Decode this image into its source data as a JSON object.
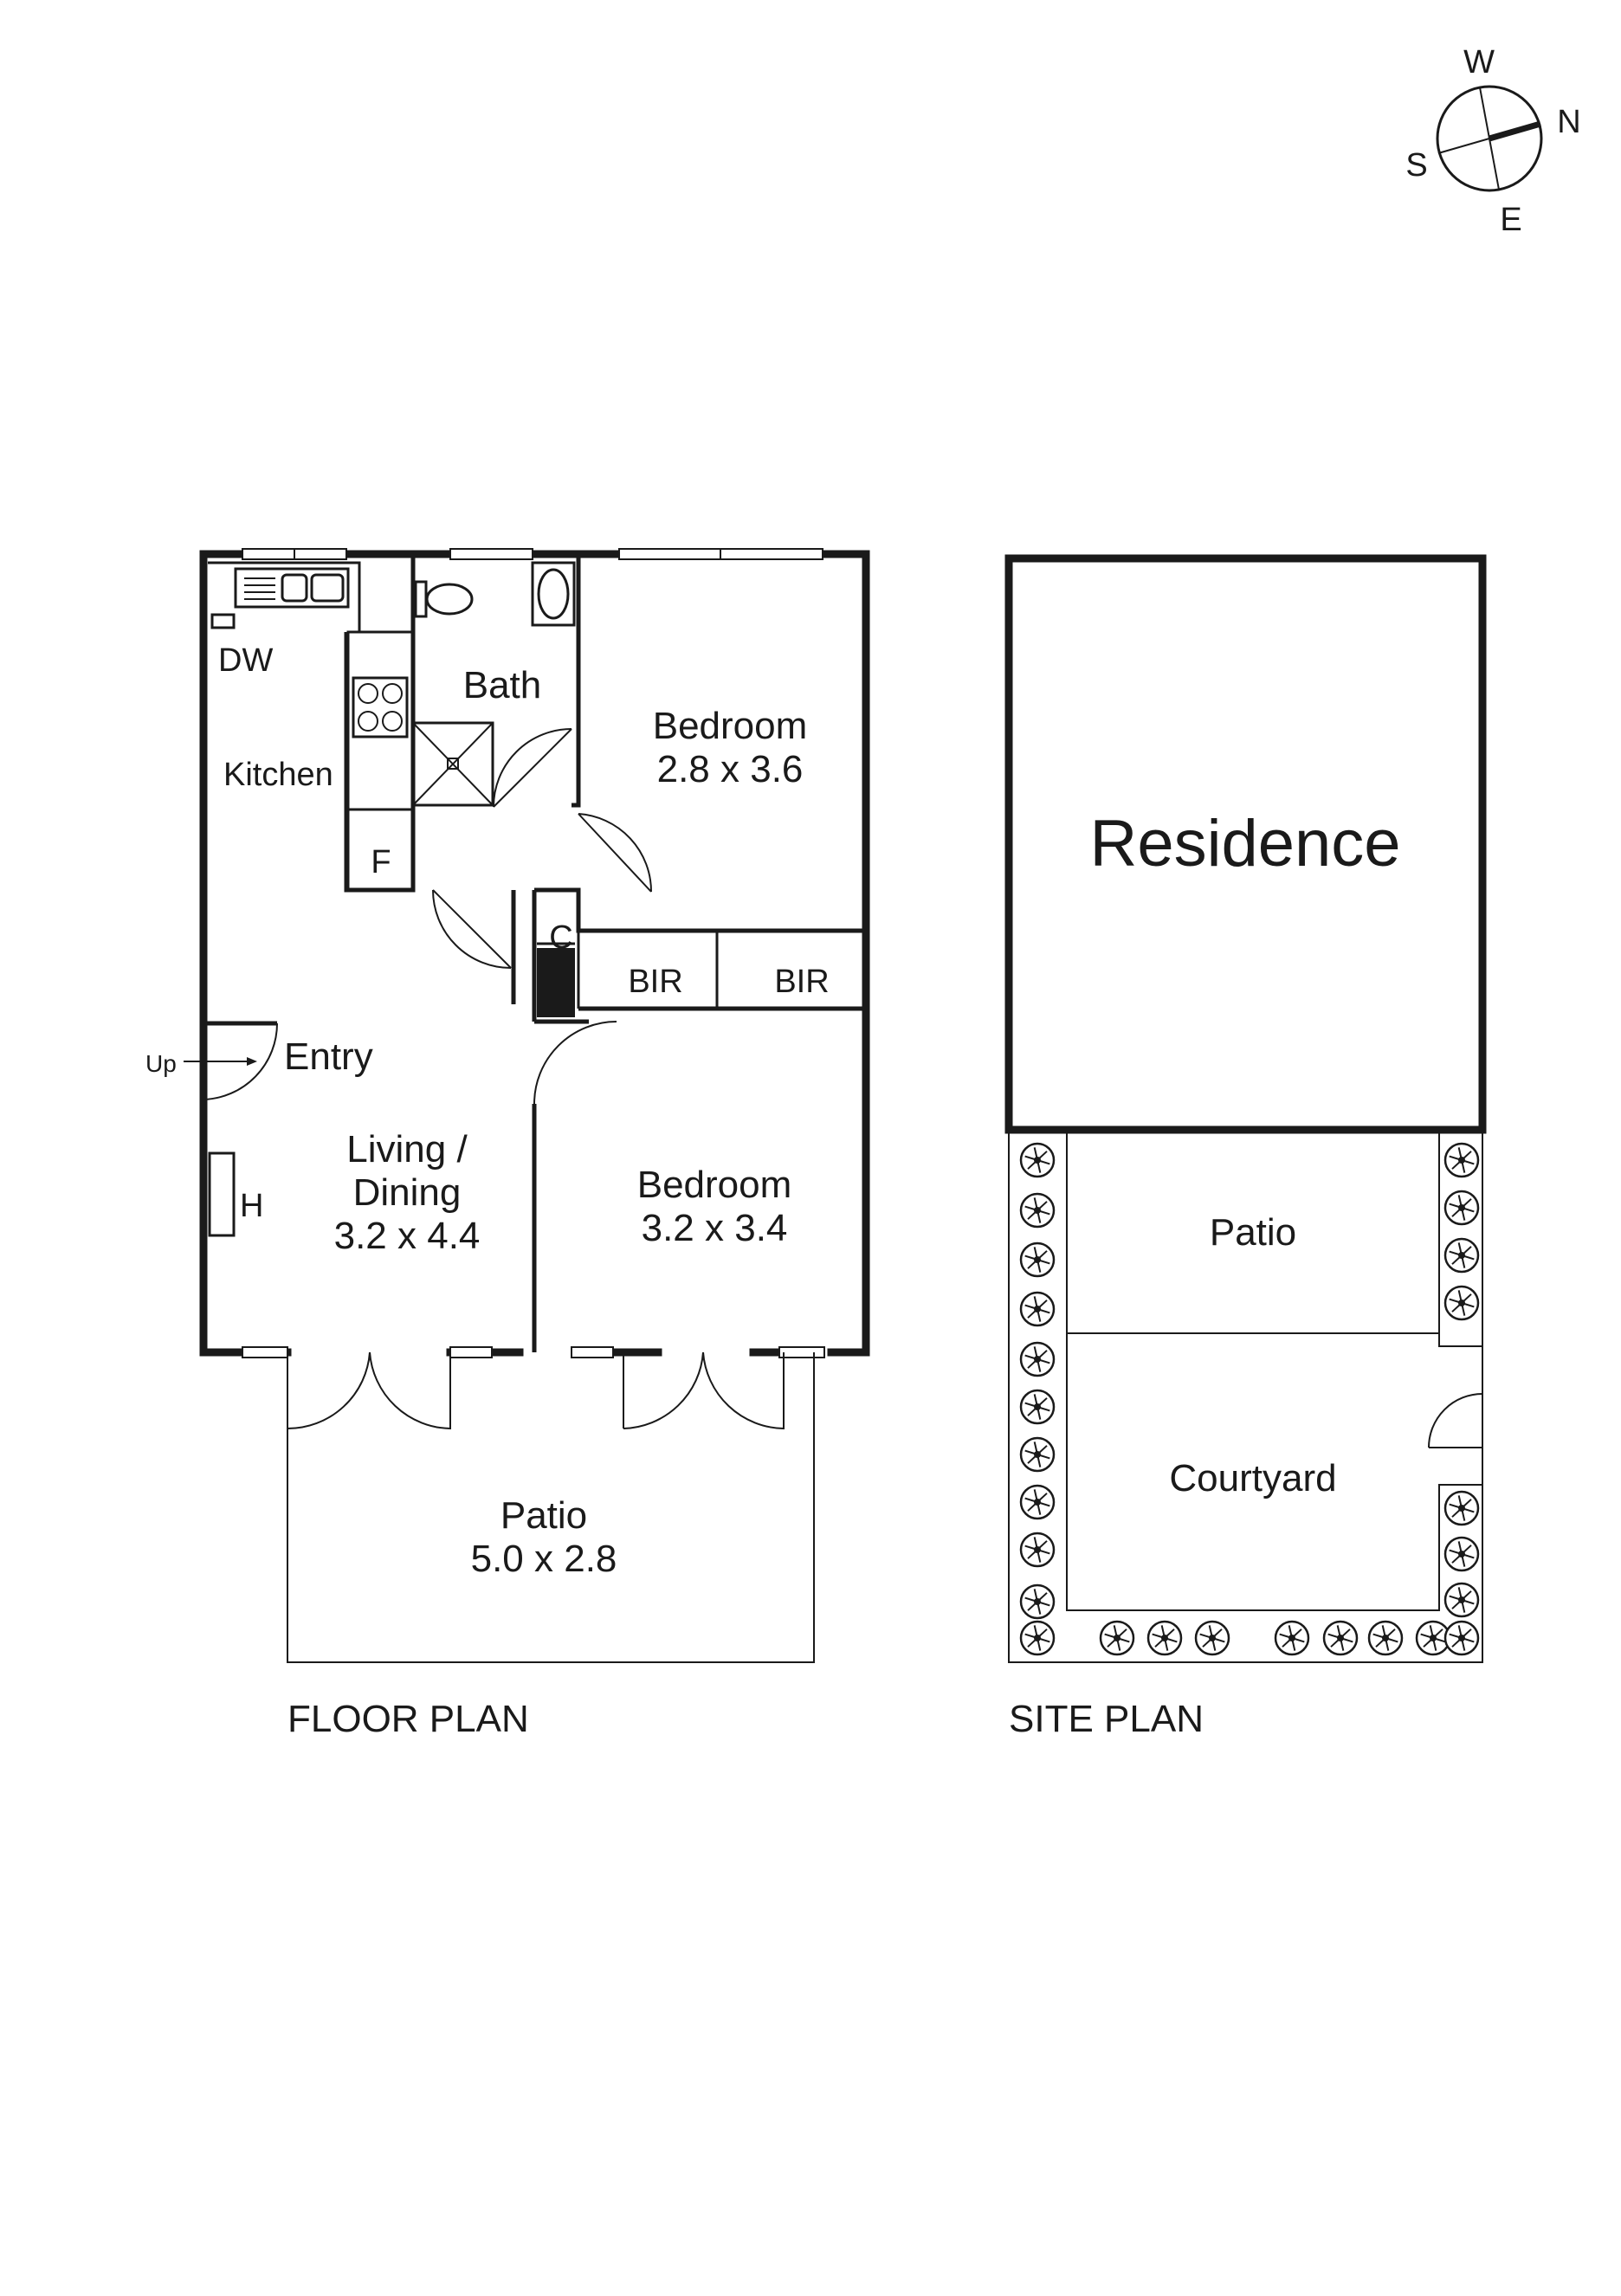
{
  "compass": {
    "w": "W",
    "n": "N",
    "s": "S",
    "e": "E"
  },
  "floor_plan": {
    "title": "FLOOR PLAN",
    "rooms": {
      "dw": "DW",
      "kitchen": "Kitchen",
      "fridge": "F",
      "bath": "Bath",
      "bedroom1_name": "Bedroom",
      "bedroom1_size": "2.8 x 3.6",
      "cupboard": "C",
      "bir1": "BIR",
      "bir2": "BIR",
      "entry": "Entry",
      "up": "Up",
      "heater": "H",
      "living_line1": "Living /",
      "living_line2": "Dining",
      "living_size": "3.2 x 4.4",
      "bedroom2_name": "Bedroom",
      "bedroom2_size": "3.2 x 3.4",
      "patio_name": "Patio",
      "patio_size": "5.0 x 2.8"
    }
  },
  "site_plan": {
    "title": "SITE PLAN",
    "residence": "Residence",
    "patio": "Patio",
    "courtyard": "Courtyard"
  },
  "colors": {
    "ink": "#1a1a1a",
    "paper": "#ffffff"
  }
}
